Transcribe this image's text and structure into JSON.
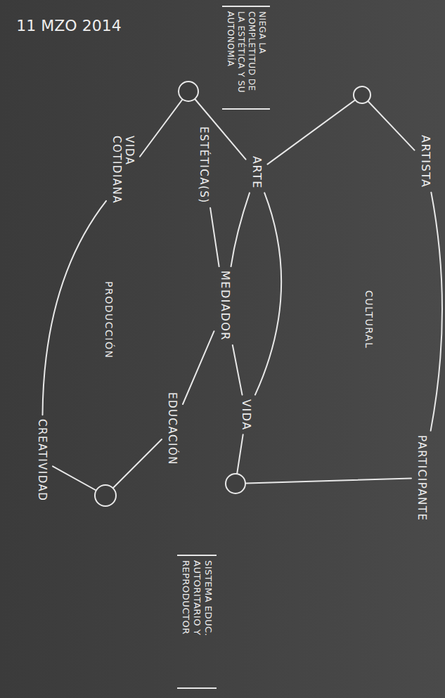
{
  "diagram": {
    "nodes": [
      {
        "text": [
          "NIEGA LA COMPLETITUD DE LA ESTÉTICA Y SU AUTONOMÍA"
        ]
      },
      {
        "text": [
          "ARTISTA"
        ]
      },
      {
        "text": [
          "ARTE"
        ]
      },
      {
        "text": [
          "ESTÉTICA(S)"
        ]
      },
      {
        "text": [
          "VIDA COTIDIANA"
        ]
      },
      {
        "text": [
          "MEDIADOR"
        ]
      },
      {
        "text": [
          "VIDA"
        ]
      },
      {
        "text": [
          "EDUCACIÓN"
        ]
      },
      {
        "text": [
          "CREATIVIDAD"
        ]
      },
      {
        "text": [
          "PARTICIPANTE"
        ]
      },
      {
        "text": [
          "SISTEMA EDUC. AUTORITARIO Y REPRODUCTOR"
        ]
      }
    ],
    "edges": [
      {
        "from": 2,
        "to": 1,
        "arrow": "none"
      },
      {
        "from": 2,
        "to": 4,
        "arrow": "none"
      },
      {
        "from": 1,
        "to": 9,
        "arrow": "none"
      },
      {
        "from": 2,
        "to": 6,
        "arrow": "none"
      },
      {
        "from": 2,
        "to": 5,
        "arrow": "none"
      },
      {
        "from": 3,
        "to": 5,
        "arrow": "none"
      },
      {
        "from": 5,
        "to": 7,
        "arrow": "none"
      },
      {
        "from": 5,
        "to": 6,
        "arrow": "none"
      },
      {
        "from": 4,
        "to": 8,
        "arrow": "none"
      },
      {
        "from": 6,
        "to": 9,
        "arrow": "none"
      },
      {
        "from": 7,
        "to": 8,
        "arrow": "none"
      }
    ],
    "labels": [
      "11 MZO 2014",
      "CULTURAL",
      "PRODUCCIÓN"
    ]
  }
}
